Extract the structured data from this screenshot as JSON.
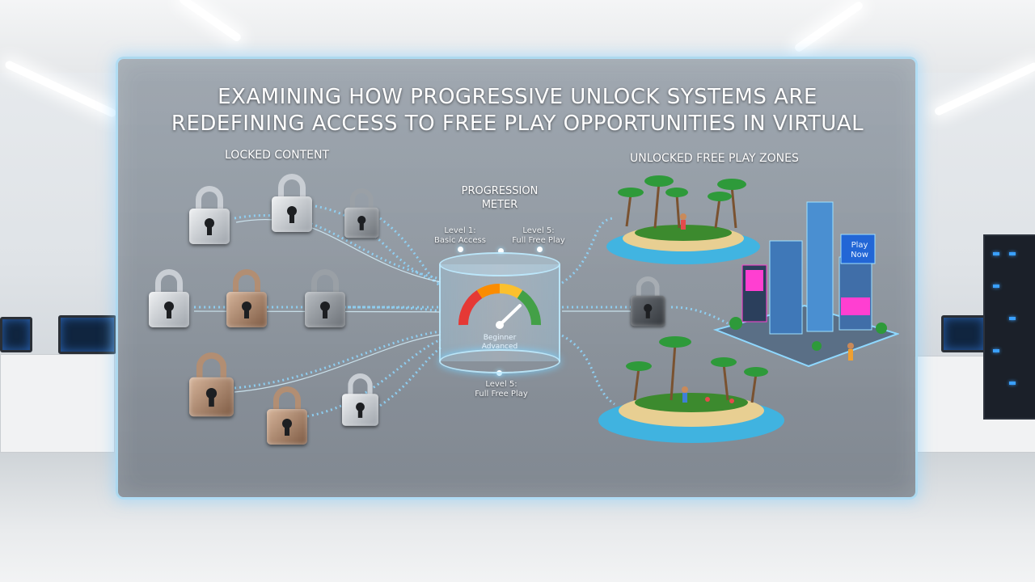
{
  "header": {
    "title_line1": "EXAMINING HOW PROGRESSIVE UNLOCK SYSTEMS ARE",
    "title_line2": "REDEFINING ACCESS TO FREE PLAY OPPORTUNITIES IN VIRTUAL"
  },
  "sections": {
    "locked": "LOCKED CONTENT",
    "unlocked": "UNLOCKED FREE PLAY ZONES"
  },
  "meter": {
    "title_line1": "PROGRESSION",
    "title_line2": "METER",
    "level1_line1": "Level 1:",
    "level1_line2": "Basic Access",
    "level5_top_line1": "Level 5:",
    "level5_top_line2": "Full Free Play",
    "level5_bottom_line1": "Level 5:",
    "level5_bottom_line2": "Full Free Play",
    "gauge_line1": "Beginner",
    "gauge_line2": "Advanced"
  },
  "city": {
    "sign_line1": "Play",
    "sign_line2": "Now"
  },
  "colors": {
    "glow": "#8fd8ff",
    "gauge_red": "#e53935",
    "gauge_yellow": "#fbc02d",
    "gauge_green": "#43a047",
    "water": "#39b7e8",
    "neon_pink": "#ff3fd1"
  }
}
